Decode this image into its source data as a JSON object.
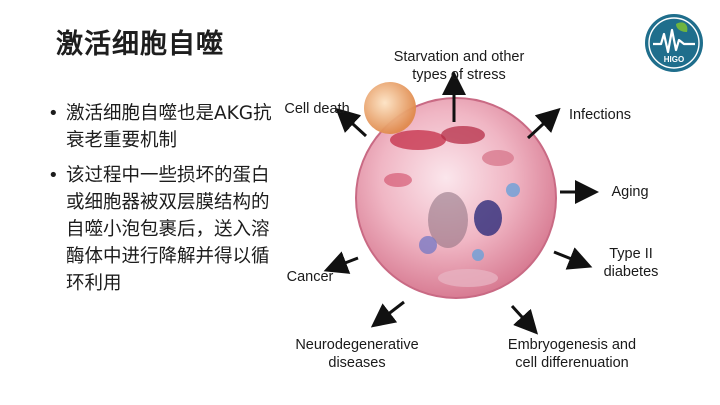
{
  "slide": {
    "title": "激活细胞自噬"
  },
  "logo": {
    "text": "HIGO",
    "colors": {
      "ring": "#1f6e8c",
      "leaf": "#6fb43f"
    }
  },
  "bullets": [
    {
      "text": "激活细胞自噬也是AKG抗衰老重要机制"
    },
    {
      "text": "该过程中一些损坏的蛋白或细胞器被双层膜结构的自噬小泡包裹后，送入溶酶体中进行降解并得以循环利用"
    }
  ],
  "diagram": {
    "labels": {
      "starvation": "Starvation and other types of stress",
      "infections": "Infections",
      "aging": "Aging",
      "diabetes": "Type II diabetes",
      "embryogenesis": "Embryogenesis and cell differenuation",
      "neuro": "Neurodegenerative diseases",
      "cancer": "Cancer",
      "cell_death": "Cell death"
    }
  },
  "colors": {
    "cell_outer": "#f4c7d2",
    "cell_inner": "#e58aa0",
    "lysosome": "#e8a064",
    "arrow": "#111111"
  }
}
